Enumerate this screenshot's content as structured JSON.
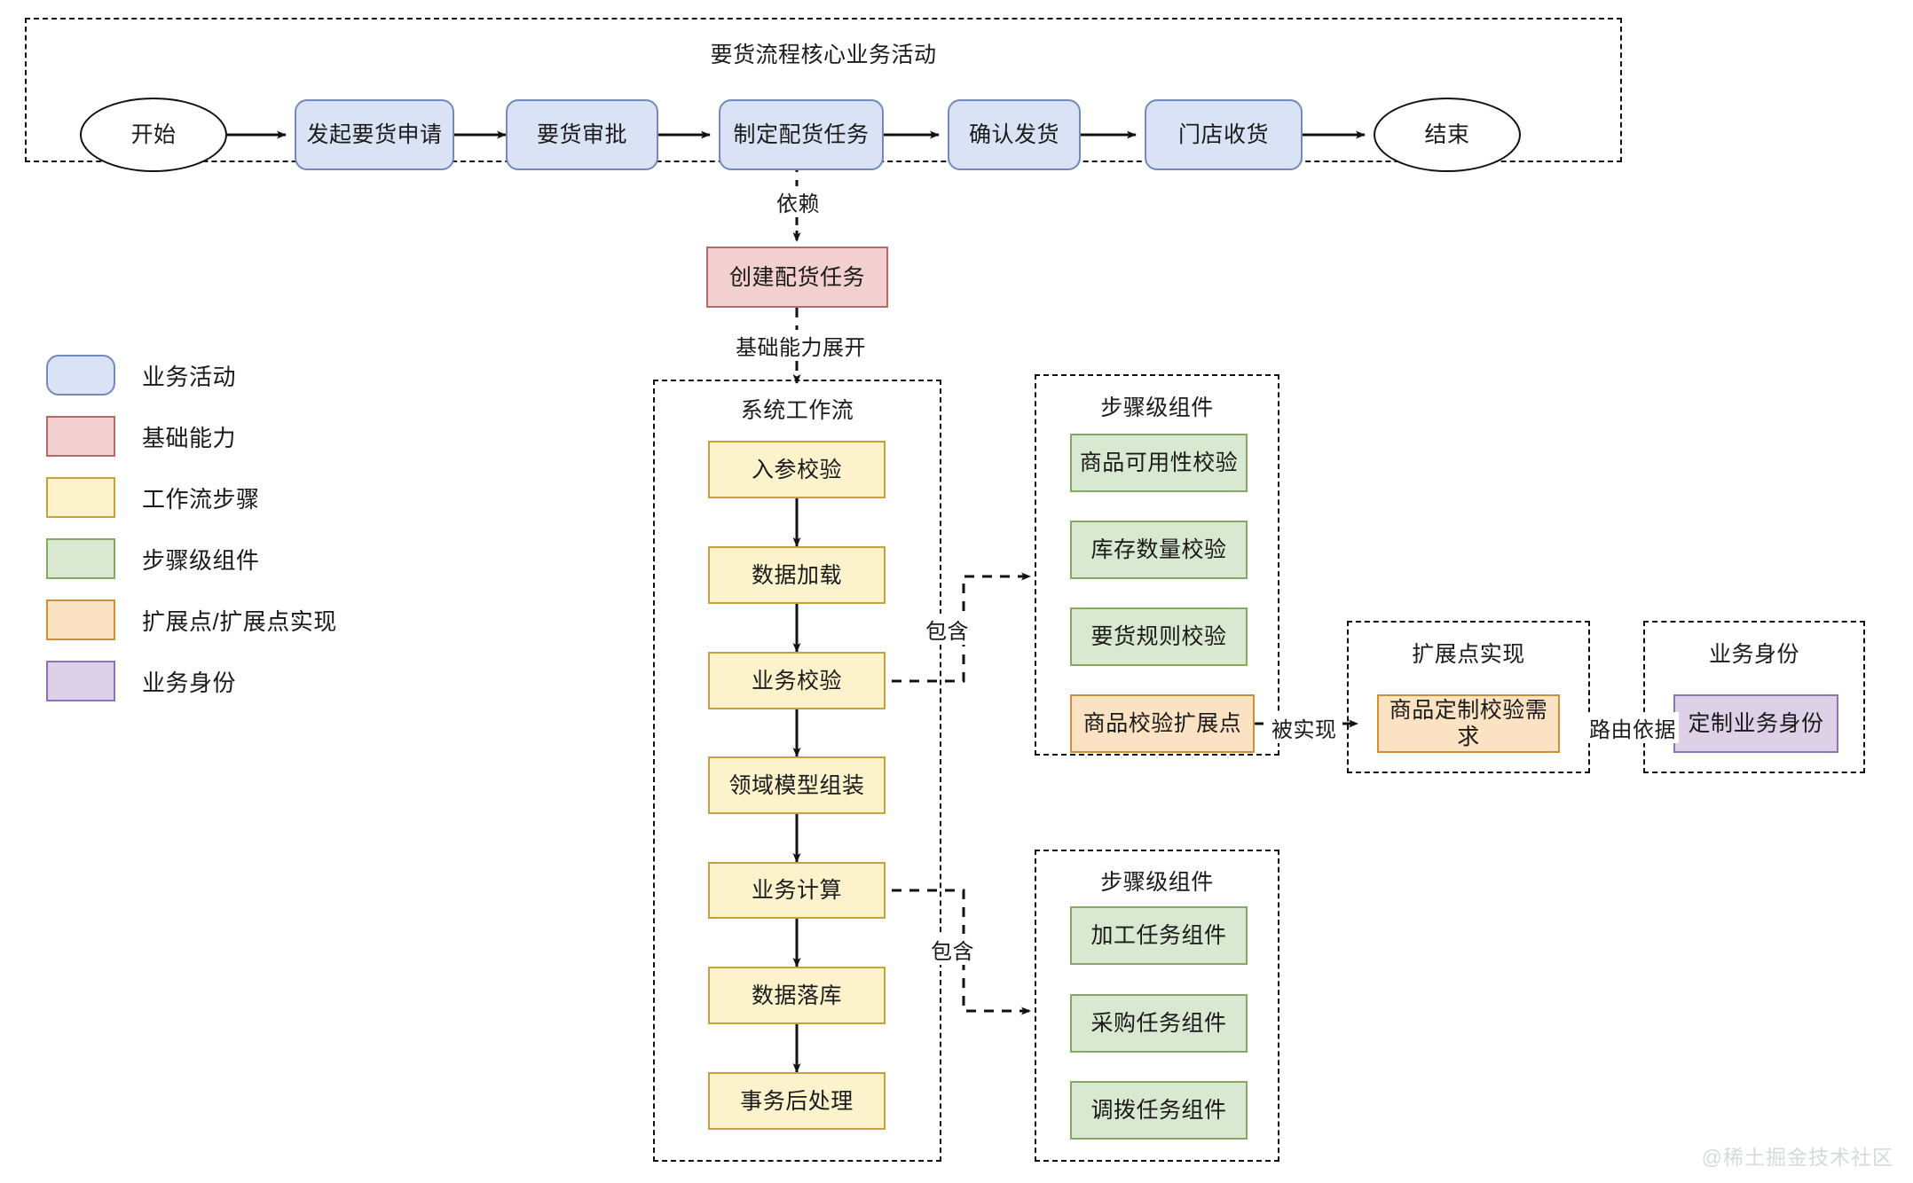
{
  "watermark": "@稀土掘金技术社区",
  "groups": {
    "core_process": {
      "title": "要货流程核心业务活动"
    },
    "system_workflow": {
      "title": "系统工作流"
    },
    "step_components_top": {
      "title": "步骤级组件"
    },
    "step_components_bottom": {
      "title": "步骤级组件"
    },
    "extension_impl": {
      "title": "扩展点实现"
    },
    "business_identity": {
      "title": "业务身份"
    }
  },
  "legend": {
    "items": [
      {
        "label": "业务活动",
        "color": "#DAE3F5",
        "border": "#7389B8",
        "shape": "rounded"
      },
      {
        "label": "基础能力",
        "color": "#F3CFCF",
        "border": "#B56A6A",
        "shape": "rect"
      },
      {
        "label": "工作流步骤",
        "color": "#FCF3CD",
        "border": "#C5A23B",
        "shape": "rect"
      },
      {
        "label": "步骤级组件",
        "color": "#D9E8D0",
        "border": "#85A865",
        "shape": "rect"
      },
      {
        "label": "扩展点/扩展点实现",
        "color": "#FBE2C2",
        "border": "#CE9035",
        "shape": "rect"
      },
      {
        "label": "业务身份",
        "color": "#DDD1E8",
        "border": "#8F74B5",
        "shape": "rect"
      }
    ]
  },
  "core_process": {
    "nodes": [
      {
        "label": "开始",
        "type": "terminator"
      },
      {
        "label": "发起要货申请",
        "type": "business"
      },
      {
        "label": "要货审批",
        "type": "business"
      },
      {
        "label": "制定配货任务",
        "type": "business"
      },
      {
        "label": "确认发货",
        "type": "business"
      },
      {
        "label": "门店收货",
        "type": "business"
      },
      {
        "label": "结束",
        "type": "terminator"
      }
    ]
  },
  "capability": {
    "label": "创建配货任务",
    "type": "capability"
  },
  "workflow_steps": [
    {
      "label": "入参校验"
    },
    {
      "label": "数据加载"
    },
    {
      "label": "业务校验"
    },
    {
      "label": "领域模型组装"
    },
    {
      "label": "业务计算"
    },
    {
      "label": "数据落库"
    },
    {
      "label": "事务后处理"
    }
  ],
  "step_components_top": [
    {
      "label": "商品可用性校验",
      "type": "component"
    },
    {
      "label": "库存数量校验",
      "type": "component"
    },
    {
      "label": "要货规则校验",
      "type": "component"
    },
    {
      "label": "商品校验扩展点",
      "type": "extension"
    }
  ],
  "step_components_bottom": [
    {
      "label": "加工任务组件",
      "type": "component"
    },
    {
      "label": "采购任务组件",
      "type": "component"
    },
    {
      "label": "调拨任务组件",
      "type": "component"
    }
  ],
  "extension_impl": {
    "label": "商品定制校验需求",
    "type": "extension"
  },
  "business_identity": {
    "label": "定制业务身份",
    "type": "identity"
  },
  "edge_labels": {
    "dependency": "依赖",
    "capability_expand": "基础能力展开",
    "contains_top": "包含",
    "contains_bottom": "包含",
    "implemented_by": "被实现",
    "routing_basis": "路由依据"
  }
}
